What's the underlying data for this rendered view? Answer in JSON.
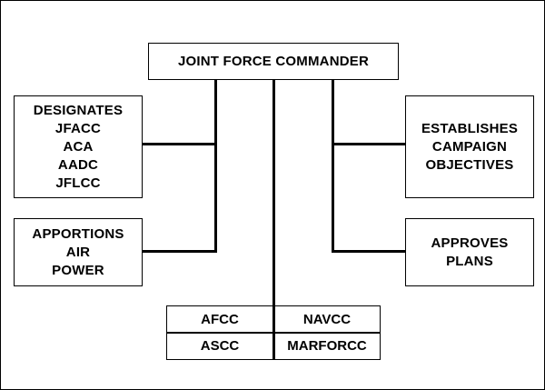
{
  "top": {
    "label": "JOINT FORCE COMMANDER"
  },
  "left": {
    "designates": [
      "DESIGNATES",
      "JFACC",
      "ACA",
      "AADC",
      "JFLCC"
    ],
    "apportions": [
      "APPORTIONS",
      "AIR",
      "POWER"
    ]
  },
  "right": {
    "establishes": [
      "ESTABLISHES",
      "CAMPAIGN",
      "OBJECTIVES"
    ],
    "approves": [
      "APPROVES",
      "PLANS"
    ]
  },
  "bottom": {
    "cells": [
      "AFCC",
      "NAVCC",
      "ASCC",
      "MARFORCC"
    ]
  }
}
